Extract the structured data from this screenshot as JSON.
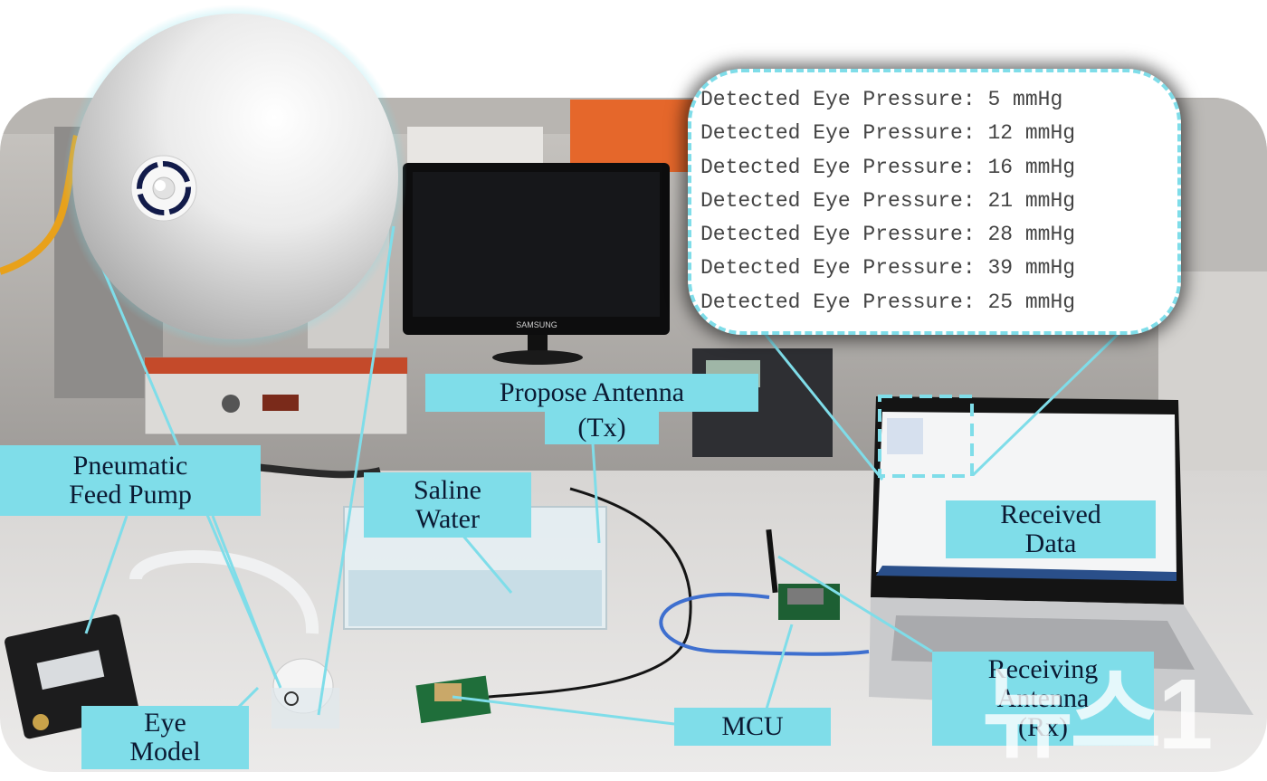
{
  "readout": {
    "rows": [
      "Detected Eye Pressure: 5 mmHg",
      "Detected Eye Pressure: 12 mmHg",
      "Detected Eye Pressure: 16 mmHg",
      "Detected Eye Pressure: 21 mmHg",
      "Detected Eye Pressure: 28 mmHg",
      "Detected Eye Pressure: 39 mmHg",
      "Detected Eye Pressure: 25 mmHg"
    ]
  },
  "labels": {
    "antenna_tx_line1": "Propose Antenna",
    "antenna_tx_line2": "(Tx)",
    "pump_line1": "Pneumatic",
    "pump_line2": "Feed Pump",
    "saline_line1": "Saline",
    "saline_line2": "Water",
    "received_line1": "Received",
    "received_line2": "Data",
    "receiving_line1": "Receiving",
    "receiving_line2": "Antenna",
    "receiving_line3": "(Rx)",
    "mcu": "MCU",
    "eye_line1": "Eye",
    "eye_line2": "Model"
  },
  "monitor_brand": "SAMSUNG",
  "watermark": "뉴스1",
  "colors": {
    "accent": "#7fdde9",
    "label_text": "#0b1a33"
  }
}
